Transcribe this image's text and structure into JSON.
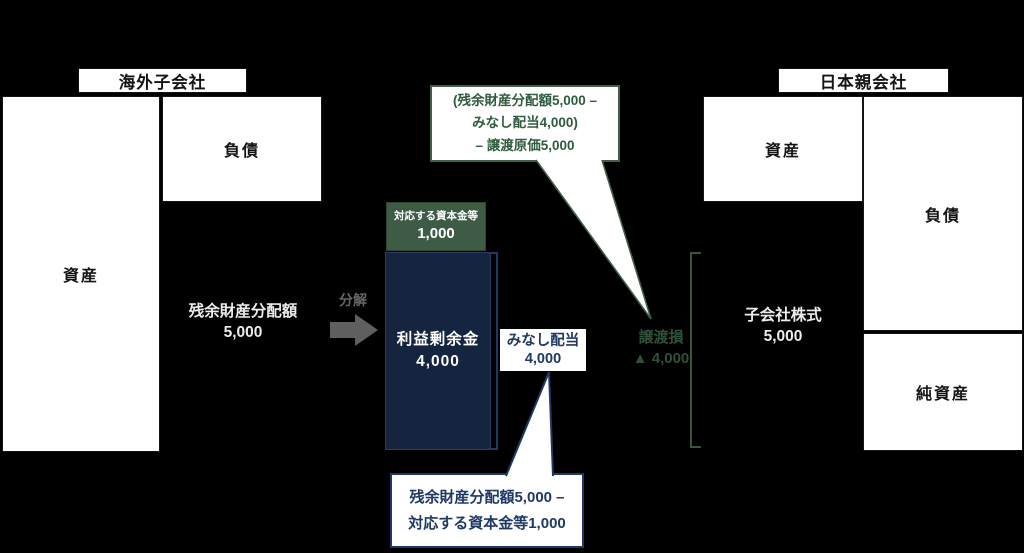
{
  "palette": {
    "background": "#000000",
    "box_fill": "#ffffff",
    "navy_accent": "#1f3864",
    "navy_fill": "#15243f",
    "green_accent": "#3f5f47",
    "green_fill": "#3d5b45",
    "gray_accent": "#666666",
    "light_text": "#ececec"
  },
  "left_bs": {
    "title": "海外子会社",
    "assets_label": "資産",
    "liabilities_label": "負債",
    "distribution_line1": "残余財産分配額",
    "distribution_line2": "5,000"
  },
  "decompose_arrow": {
    "label": "分解"
  },
  "capital_box": {
    "line1": "対応する資本金等",
    "line2": "1,000"
  },
  "retained_earnings_box": {
    "line1": "利益剰余金",
    "line2": "4,000"
  },
  "deemed_dividend": {
    "line1": "みなし配当",
    "line2": "4,000"
  },
  "transfer_loss": {
    "line1": "譲渡損",
    "line2": "▲ 4,000"
  },
  "subsidiary_shares": {
    "line1": "子会社株式",
    "line2": "5,000"
  },
  "right_bs": {
    "title": "日本親会社",
    "assets_label": "資産",
    "liabilities_label": "負債",
    "net_assets_label": "純資産"
  },
  "callout_top": {
    "line1": "(残余財産分配額5,000 –",
    "line2": "みなし配当4,000)",
    "line3": "– 譲渡原価5,000"
  },
  "callout_bottom": {
    "line1": "残余財産分配額5,000 –",
    "line2": "対応する資本金等1,000"
  }
}
